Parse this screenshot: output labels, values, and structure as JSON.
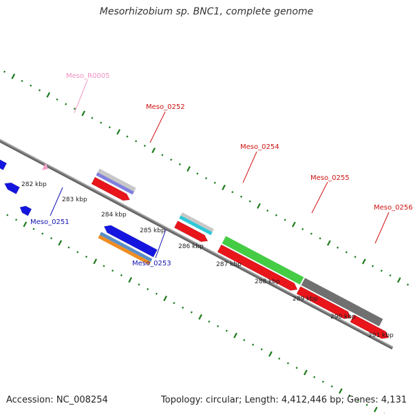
{
  "title": "Mesorhizobium sp. BNC1, complete genome",
  "footer": {
    "accession": "Accession: NC_008254",
    "summary": "Topology: circular; Length: 4,412,446 bp; Genes: 4,131"
  },
  "colors": {
    "cds_red": "#e8151b",
    "cds_blue": "#1515e0",
    "trna_pink": "#f2a0c8",
    "backbone": "#888888",
    "tick_green": "#1a7a1a",
    "label_red": "#d01010",
    "label_blue": "#1010b0",
    "label_pink": "#f090c0"
  },
  "scale": {
    "ticks": [
      {
        "label": "282 kbp"
      },
      {
        "label": "283 kbp"
      },
      {
        "label": "284 kbp"
      },
      {
        "label": "285 kbp"
      },
      {
        "label": "286 kbp"
      },
      {
        "label": "287 kbp"
      },
      {
        "label": "288 kbp"
      },
      {
        "label": "289 kbp"
      },
      {
        "label": "290 kbp"
      },
      {
        "label": "291 kbp"
      }
    ]
  },
  "genes": [
    {
      "label": "Meso_R0005",
      "type": "trna"
    },
    {
      "label": "Meso_0251",
      "type": "cds_minus"
    },
    {
      "label": "Meso_0252",
      "type": "cds_plus"
    },
    {
      "label": "Meso_0253",
      "type": "cds_minus"
    },
    {
      "label": "Meso_0254",
      "type": "cds_plus"
    },
    {
      "label": "Meso_0255",
      "type": "cds_plus"
    },
    {
      "label": "Meso_0256",
      "type": "cds_plus"
    }
  ]
}
